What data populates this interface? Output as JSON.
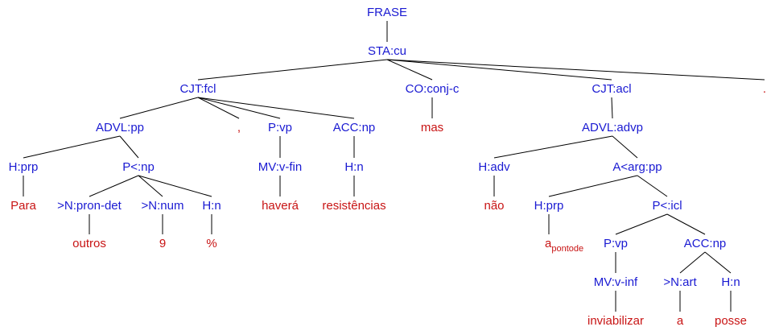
{
  "tree": {
    "root": "FRASE",
    "sta": "STA:cu",
    "cjt1": "CJT:fcl",
    "advl_pp": "ADVL:pp",
    "hprp1": "H:prp",
    "word_para": "Para",
    "p_np": "P<:np",
    "n_prondet": ">N:pron-det",
    "word_outros": "outros",
    "n_num": ">N:num",
    "word_9": "9",
    "hn1": "H:n",
    "word_pct": "%",
    "comma": ",",
    "p_vp1": "P:vp",
    "mv_vfin": "MV:v-fin",
    "word_havera": "haverá",
    "acc_np1": "ACC:np",
    "hn2": "H:n",
    "word_resistencias": "resistências",
    "co": "CO:conj-c",
    "word_mas": "mas",
    "cjt2": "CJT:acl",
    "advl_advp": "ADVL:advp",
    "hadv": "H:adv",
    "word_nao": "não",
    "a_arg": "A<arg:pp",
    "hprp2": "H:prp",
    "word_a1": "a",
    "word_a1_sub": "pontode",
    "p_icl": "P<:icl",
    "p_vp2": "P:vp",
    "mv_vinf": "MV:v-inf",
    "word_inviabilizar": "inviabilizar",
    "acc_np2": "ACC:np",
    "n_art": ">N:art",
    "word_a2": "a",
    "hn3": "H:n",
    "word_posse": "posse",
    "period": "."
  }
}
